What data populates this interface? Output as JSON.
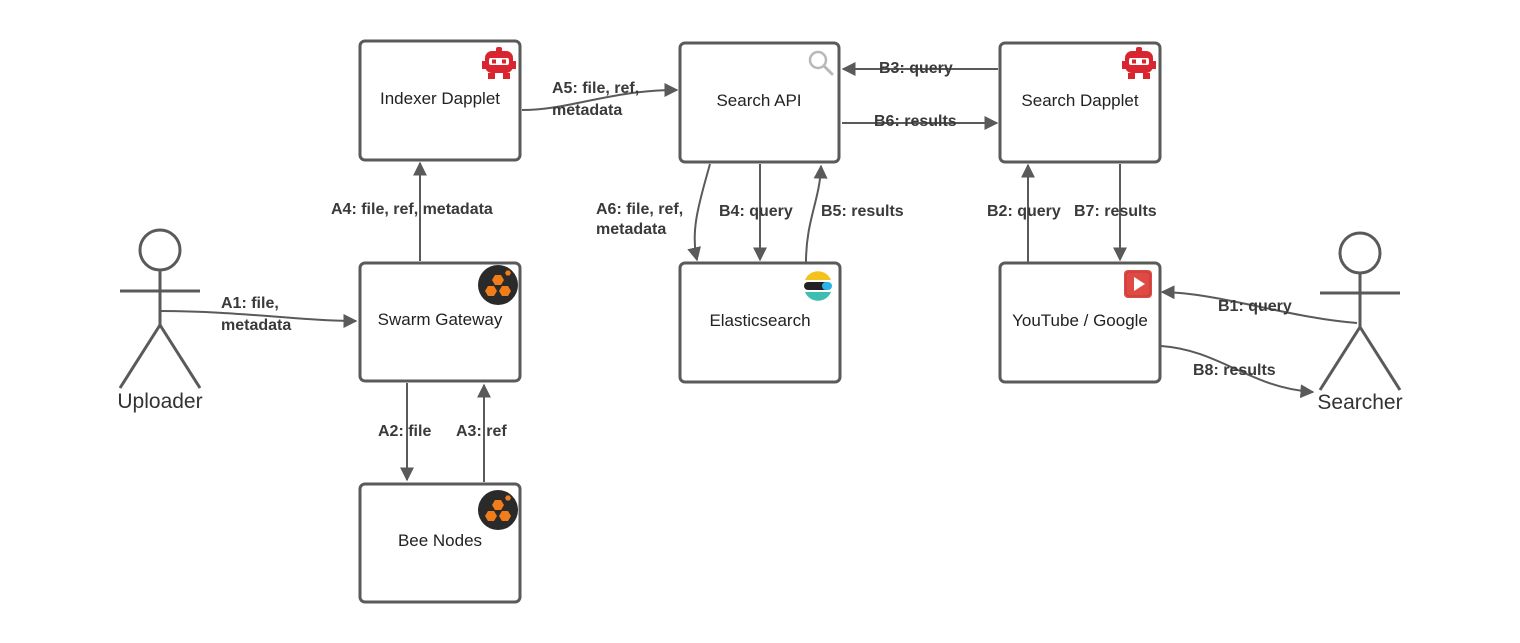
{
  "nodes": {
    "indexer_dapplet": "Indexer Dapplet",
    "search_api": "Search API",
    "search_dapplet": "Search Dapplet",
    "swarm_gateway": "Swarm Gateway",
    "elasticsearch": "Elasticsearch",
    "youtube_google": "YouTube / Google",
    "bee_nodes": "Bee Nodes"
  },
  "actors": {
    "uploader": "Uploader",
    "searcher": "Searcher"
  },
  "edges": {
    "a1": [
      "A1: file,",
      "metadata"
    ],
    "a2": "A2: file",
    "a3": "A3: ref",
    "a4": "A4: file, ref, metadata",
    "a5": [
      "A5: file, ref,",
      "metadata"
    ],
    "a6": [
      "A6: file, ref,",
      "metadata"
    ],
    "b1": "B1: query",
    "b2": "B2: query",
    "b3": "B3: query",
    "b4": "B4: query",
    "b5": "B5: results",
    "b6": "B6: results",
    "b7": "B7: results",
    "b8": "B8: results"
  },
  "icons": {
    "indexer_dapplet": "dapplet-robot-icon",
    "search_api": "magnifier-icon",
    "search_dapplet": "dapplet-robot-icon",
    "swarm_gateway": "swarm-hexagon-icon",
    "elasticsearch": "elasticsearch-icon",
    "youtube_google": "youtube-play-icon",
    "bee_nodes": "swarm-hexagon-icon"
  },
  "colors": {
    "stroke": "#5a5a5a",
    "dapplet_red": "#d9252f",
    "swarm_orange": "#f07d1a",
    "swarm_dark": "#2a2a2a",
    "youtube_red": "#e04a45"
  }
}
